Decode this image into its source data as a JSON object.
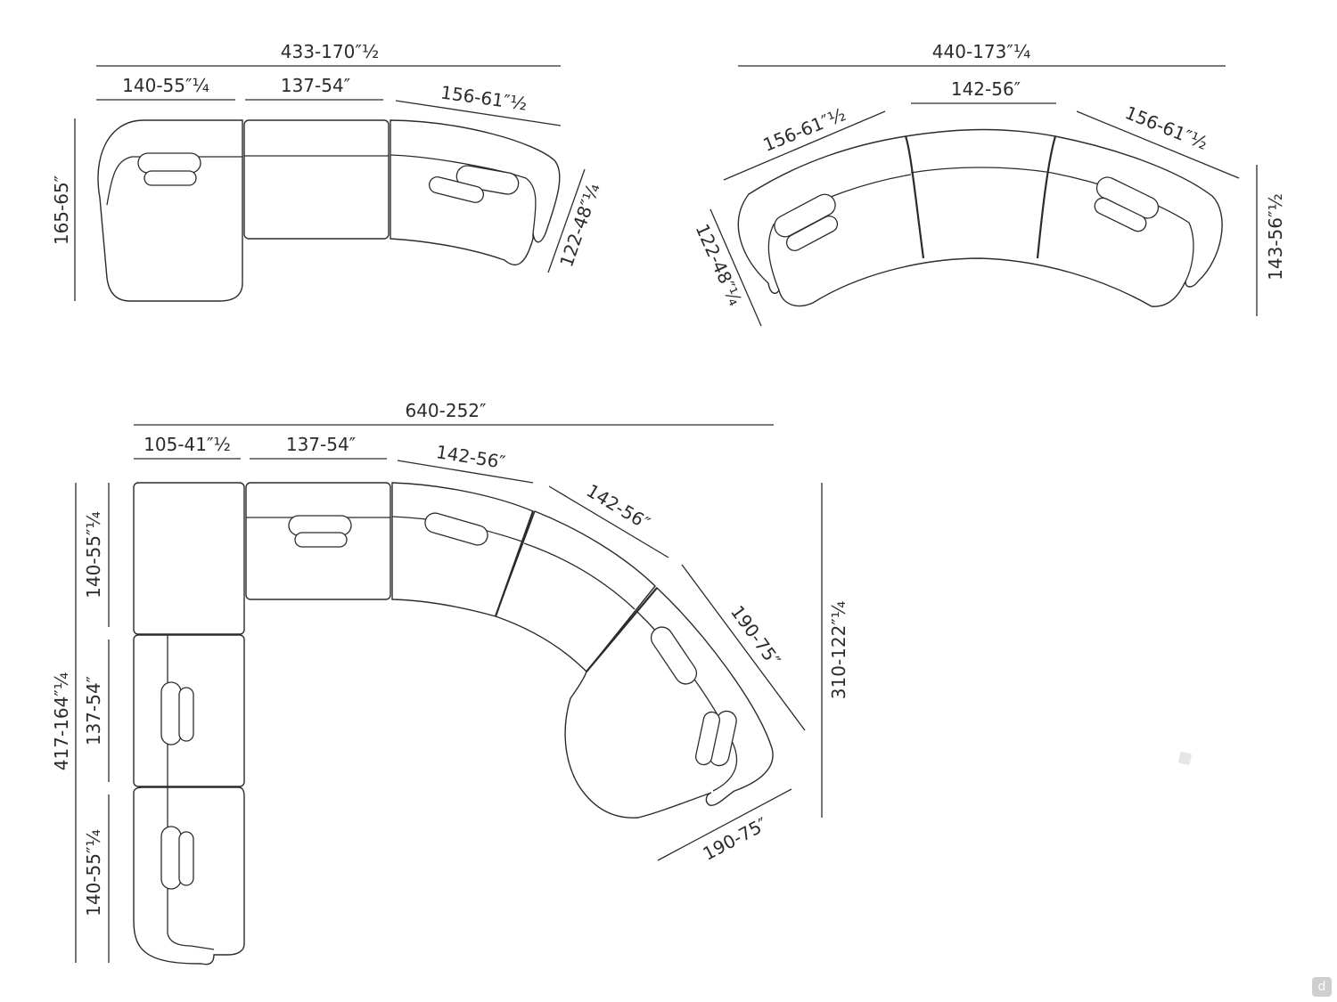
{
  "diagrams": [
    {
      "name": "sofa-three-module-curved-end",
      "labels": {
        "overall": "433-170″½",
        "seg1": "140-55″¼",
        "seg2": "137-54″",
        "seg3": "156-61″½",
        "height": "165-65″",
        "depth": "122-48″¼"
      }
    },
    {
      "name": "sofa-curved-three-module",
      "labels": {
        "overall": "440-173″¼",
        "center": "142-56″",
        "left": "156-61″½",
        "right": "156-61″½",
        "depth_left": "122-48″¼",
        "height": "143-56″½"
      }
    },
    {
      "name": "sofa-corner-composition",
      "labels": {
        "overall": "640-252″",
        "top1": "105-41″½",
        "top2": "137-54″",
        "curve1": "142-56″",
        "curve2": "142-56″",
        "curve3": "190-75″",
        "bottom": "190-75″",
        "right_height": "310-122″¼",
        "left_total": "417-164″¼",
        "left1": "140-55″¼",
        "left2": "137-54″",
        "left3": "140-55″¼"
      }
    }
  ],
  "logo_glyph": "d"
}
